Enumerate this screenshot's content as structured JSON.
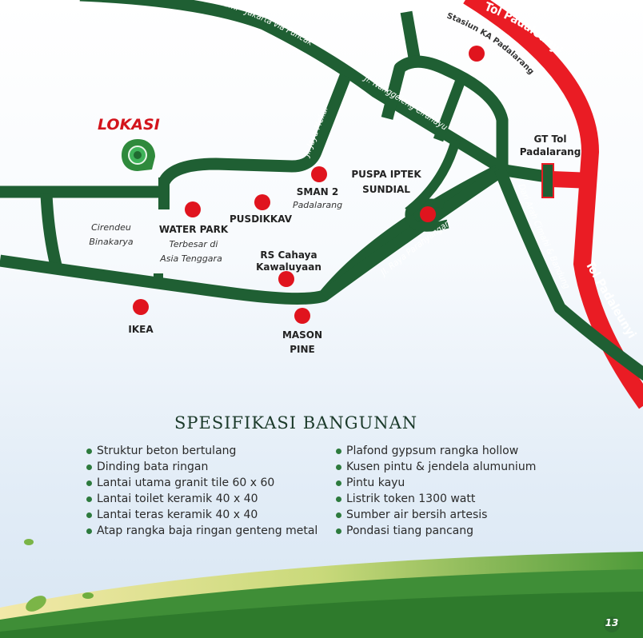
{
  "colors": {
    "road": "#1f5f33",
    "toll": "#ea1c24",
    "poi": "#e0141e",
    "lokasi": "#d3141c"
  },
  "map": {
    "lokasi_label": "LOKASI",
    "roads": {
      "sukabumi": "Sukabumi - Jakarta via Puncak",
      "jaya_mekar": "Jl. Jaya Mekar",
      "nanggeleng": "Jl. Nanggeleng Cirahayu",
      "parahyangan": "Jl. Raya Parahyangan",
      "cimahi": "Dari Arah Cimahi & Bandung",
      "tol_top": "Tol Padaleunyi",
      "tol_bottom": "Tol Padaleunyi"
    },
    "places": {
      "stasiun": "Stasiun KA Padalarang",
      "gt_tol_1": "GT Tol",
      "gt_tol_2": "Padalarang",
      "puspa_1": "PUSPA IPTEK",
      "puspa_2": "SUNDIAL",
      "sman": "SMAN 2",
      "sman_sub": "Padalarang",
      "pusdikkav": "PUSDIKKAV",
      "waterpark": "WATER PARK",
      "waterpark_sub1": "Terbesar di",
      "waterpark_sub2": "Asia Tenggara",
      "cirendeu_1": "Cirendeu",
      "cirendeu_2": "Binakarya",
      "rs_1": "RS Cahaya",
      "rs_2": "Kawaluyaan",
      "ikea": "IKEA",
      "mason_1": "MASON",
      "mason_2": "PINE"
    }
  },
  "spesifikasi": {
    "title": "SPESIFIKASI BANGUNAN",
    "left": [
      "Struktur beton bertulang",
      "Dinding bata ringan",
      "Lantai utama granit tile 60 x 60",
      "Lantai toilet keramik 40 x 40",
      "Lantai teras keramik 40 x 40",
      "Atap rangka baja ringan genteng metal"
    ],
    "right": [
      "Plafond gypsum rangka hollow",
      "Kusen pintu & jendela alumunium",
      "Pintu kayu",
      "Listrik token 1300 watt",
      "Sumber air bersih artesis",
      "Pondasi tiang pancang"
    ]
  },
  "page_number": "13"
}
